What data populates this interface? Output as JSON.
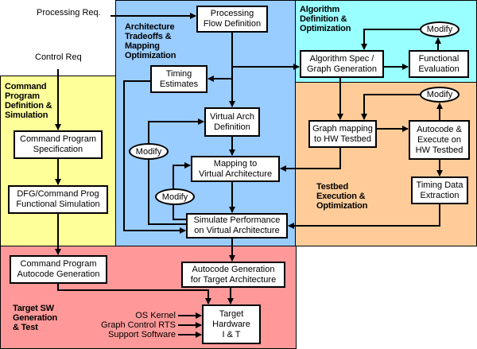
{
  "colors": {
    "architecture": "#99ccff",
    "algorithm": "#99ffff",
    "testbed": "#ffcc99",
    "command": "#ffff99",
    "target": "#ff9999",
    "box_fill": "#ffffff",
    "line": "#000000"
  },
  "inputs": {
    "processing_req": "Processing Req.",
    "control_req": "Control Req"
  },
  "regions": {
    "architecture": "Architecture\nTradeoffs &\nMapping\nOptimization",
    "algorithm": "Algorithm\nDefinition &\nOptimization",
    "testbed": "Testbed\nExecution &\nOptimization",
    "command": "Command\nProgram\nDefinition &\nSimulation",
    "target": "Target SW\nGeneration\n& Test"
  },
  "boxes": {
    "processing_flow": "Processing\nFlow Definition",
    "timing_estimates": "Timing\nEstimates",
    "virtual_arch": "Virtual Arch\nDefinition",
    "mapping_virtual": "Mapping to\nVirtual Architecture",
    "simulate_perf": "Simulate Performance\non Virtual Architecture",
    "algorithm_spec": "Algorithm Spec /\nGraph Generation",
    "functional_eval": "Functional\nEvaluation",
    "graph_mapping": "Graph mapping\nto HW Testbed",
    "autocode_execute": "Autocode &\nExecute on\nHW Testbed",
    "timing_data": "Timing Data\nExtraction",
    "cmd_prog_spec": "Command Program\nSpecification",
    "dfg_sim": "DFG/Command Prog\nFunctional Simulation",
    "cmd_autocode": "Command Program\nAutocode Generation",
    "autocode_target": "Autocode Generation\nfor Target Architecture",
    "target_hw": "Target\nHardware\nI & T"
  },
  "modify_label": "Modify",
  "target_inputs": [
    "OS Kernel",
    "Graph Control RTS",
    "Support Software"
  ]
}
